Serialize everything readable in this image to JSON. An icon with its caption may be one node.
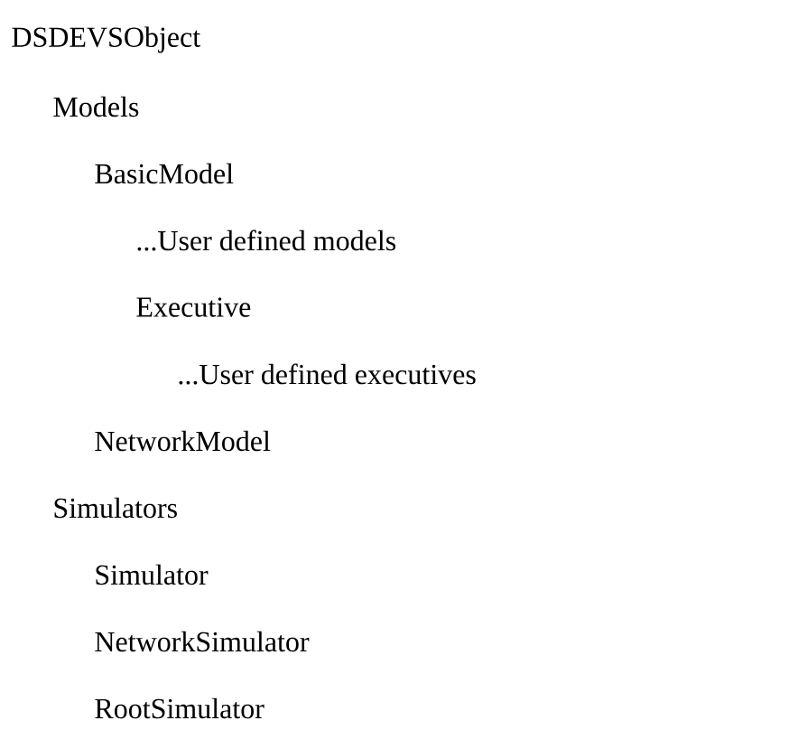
{
  "diagram": {
    "labels": [
      "DSDEVSObject",
      "Models",
      "BasicModel",
      "...User defined models",
      "Executive",
      "...User defined executives",
      "NetworkModel",
      "Simulators",
      "Simulator",
      "NetworkSimulator",
      "RootSimulator"
    ]
  }
}
